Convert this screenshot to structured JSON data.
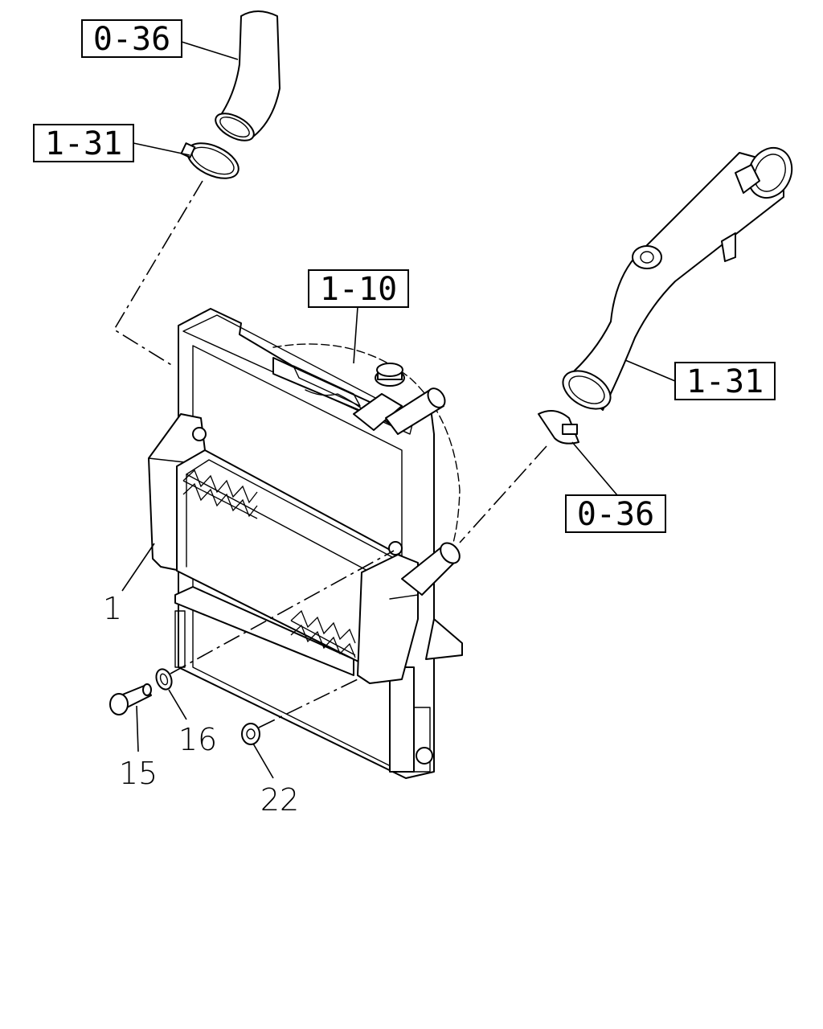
{
  "references": {
    "top_hose": "0-36",
    "top_clamp": "1-31",
    "radiator": "1-10",
    "right_pipe": "1-31",
    "right_clamp": "0-36"
  },
  "part_numbers": {
    "intercooler": "1",
    "bolt": "15",
    "washer": "16",
    "nut": "22"
  }
}
